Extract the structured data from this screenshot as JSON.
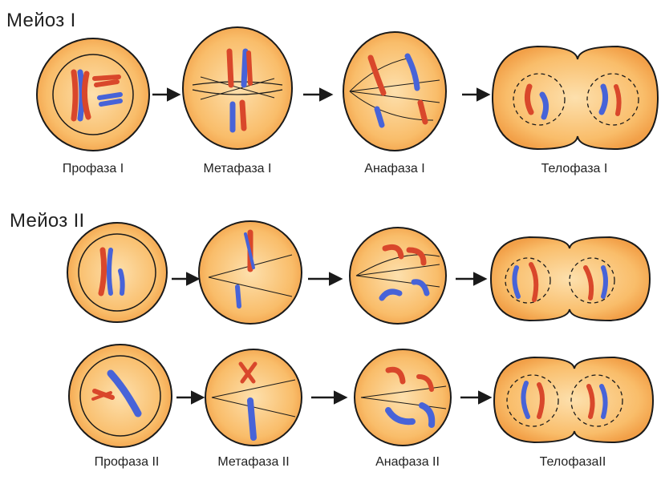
{
  "section_titles": {
    "meiosis_1": "Мейоз I",
    "meiosis_2": "Мейоз II"
  },
  "labels": {
    "row1": [
      "Профаза I",
      "Метафаза I",
      "Анафаза I",
      "Телофаза I"
    ],
    "row3": [
      "Профаза II",
      "Метафаза II",
      "Анафаза II",
      "ТелофазаII"
    ]
  },
  "colors": {
    "cell_fill": "#f7b05a",
    "cell_inner": "#fcc77e",
    "outline": "#1a1a1a",
    "chromosome_red": "#d9472b",
    "chromosome_blue": "#4763d8"
  }
}
